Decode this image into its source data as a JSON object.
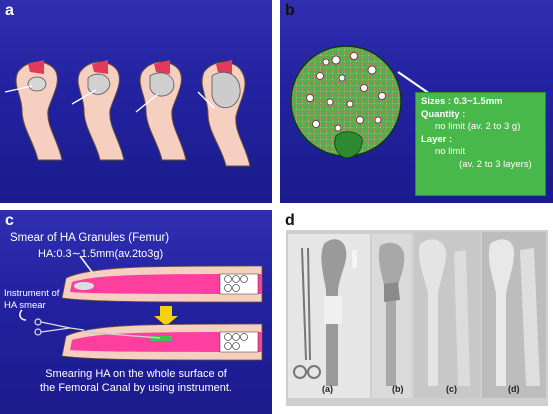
{
  "panels": {
    "a": {
      "letter": "a"
    },
    "b": {
      "letter": "b",
      "sizes_label": "Sizes : 0.3~1.5mm",
      "quantity_label": "Quantity :",
      "quantity_value": "no limit (av. 2 to 3 g)",
      "layer_label": "Layer :",
      "layer_value1": "no limit",
      "layer_value2": "(av. 2 to 3 layers)"
    },
    "c": {
      "letter": "c",
      "title": "Smear of HA Granules (Femur)",
      "subtitle": "HA:0.3∼1.5mm(av.2to3g)",
      "instrument_line1": "Instrument of",
      "instrument_line2": "HA smear",
      "bottom_line1": "Smearing HA on the whole surface of",
      "bottom_line2": "the Femoral Canal by using instrument."
    },
    "d": {
      "letter": "d",
      "captions": [
        "(a)",
        "(b)",
        "(c)",
        "(d)"
      ]
    }
  },
  "colors": {
    "slide_blue": "#2424a4",
    "bone_pink": "#f5cfc0",
    "canal_pink": "#ff3fa0",
    "info_green": "#48b84a",
    "circle_green": "#3fa83a",
    "arrow_yellow": "#f2d20a"
  }
}
